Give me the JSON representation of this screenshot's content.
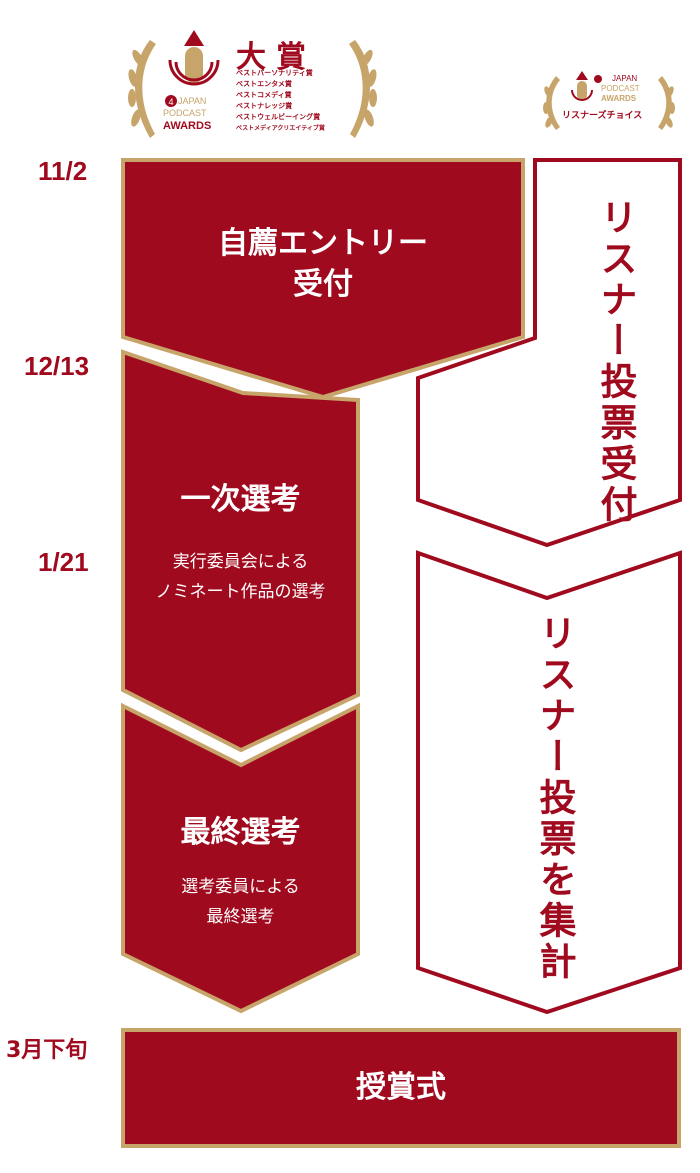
{
  "colors": {
    "primary": "#a00a1e",
    "gold": "#c7a46a",
    "text_on_primary": "#ffffff"
  },
  "logos": {
    "grand_prize": {
      "title": "大賞",
      "brand": [
        "JAPAN",
        "PODCAST",
        "AWARDS"
      ],
      "categories": [
        "ベストパーソナリティ賞",
        "ベストエンタメ賞",
        "ベストコメディ賞",
        "ベストナレッジ賞",
        "ベストウェルビーイング賞",
        "ベストメディアクリエイティブ賞"
      ]
    },
    "listeners_choice": {
      "brand": [
        "JAPAN",
        "PODCAST",
        "AWARDS"
      ],
      "label": "リスナーズチョイス"
    }
  },
  "dates": {
    "start": "11/2",
    "first_selection": "12/13",
    "final_selection": "1/21",
    "ceremony": "3月下旬"
  },
  "stages": {
    "entry": {
      "title_line1": "自薦エントリー",
      "title_line2": "受付"
    },
    "first": {
      "title": "一次選考",
      "desc_line1": "実行委員会による",
      "desc_line2": "ノミネート作品の選考"
    },
    "final": {
      "title": "最終選考",
      "desc_line1": "選考委員による",
      "desc_line2": "最終選考"
    },
    "ceremony": {
      "title": "授賞式"
    }
  },
  "listener": {
    "vote_accept": "リスナー投票受付",
    "vote_count": "リスナー投票を集計"
  }
}
